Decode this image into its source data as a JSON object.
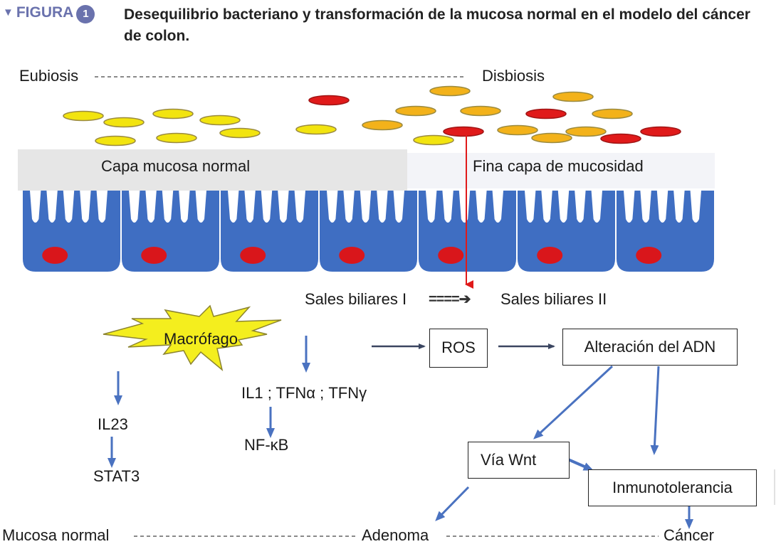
{
  "header": {
    "figure_marker": "▼",
    "figure_label": "FIGURA",
    "figure_number": "1",
    "title": "Desequilibrio bacteriano y transformación de la mucosa normal en el modelo del cáncer de colon.",
    "accent_color": "#6a72ad"
  },
  "top_scale": {
    "left_label": "Eubiosis",
    "right_label": "Disbiosis"
  },
  "mucosa": {
    "normal_layer_label": "Capa mucosa normal",
    "thin_layer_label": "Fina capa de mucosidad",
    "cell_color": "#3f6ec2",
    "nucleus_color": "#d9161b",
    "cell_count": 7
  },
  "bacteria": {
    "colors": {
      "healthy": "#f2e40f",
      "intermediate": "#f3b21a",
      "pathogenic": "#e01a1a"
    }
  },
  "bile_salts": {
    "from": "Sales biliares I",
    "arrow": "====➔",
    "to": "Sales biliares II"
  },
  "inflammation": {
    "macrophage": "Macrófago",
    "il23": "IL23",
    "stat3": "STAT3",
    "cytokines": "IL1 ; TFNα ; TFNγ",
    "nfkb": "NF-κB"
  },
  "pathway": {
    "ros": "ROS",
    "dna": "Alteración del ADN",
    "wnt": "Vía Wnt",
    "immuno": "Inmunotolerancia"
  },
  "bottom_scale": {
    "normal": "Mucosa normal",
    "adenoma": "Adenoma",
    "cancer": "Cáncer"
  },
  "arrow_color": "#4a72c0",
  "red_arrow_color": "#e01a1a"
}
